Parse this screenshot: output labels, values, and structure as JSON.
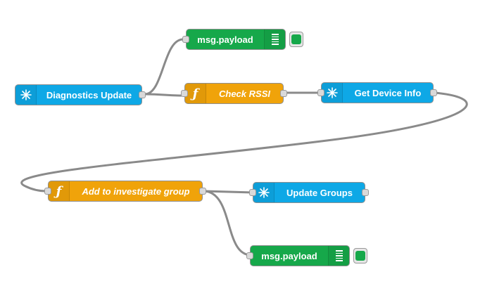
{
  "nodes": {
    "diagnostics_update": {
      "label": "Diagnostics Update",
      "icon": "link-in-icon"
    },
    "debug_top": {
      "label": "msg.payload",
      "icon": "debug-list-icon"
    },
    "check_rssi": {
      "label": "Check RSSI",
      "icon": "function-icon"
    },
    "get_device_info": {
      "label": "Get Device Info",
      "icon": "link-icon"
    },
    "add_investigate": {
      "label": "Add to investigate group",
      "icon": "function-icon"
    },
    "update_groups": {
      "label": "Update Groups",
      "icon": "link-icon"
    },
    "debug_bottom": {
      "label": "msg.payload",
      "icon": "debug-list-icon"
    }
  },
  "colors": {
    "link": "#0ea8e6",
    "function": "#f0a30a",
    "debug": "#16a84a",
    "wire": "#8a8a8a"
  }
}
